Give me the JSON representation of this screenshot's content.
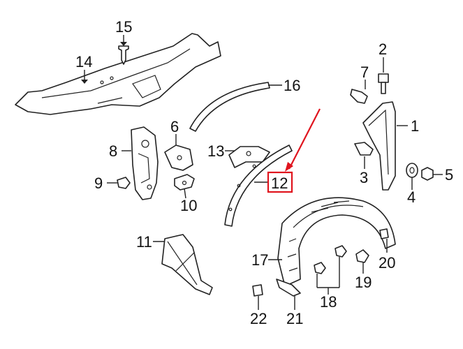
{
  "diagram": {
    "callouts": [
      {
        "id": "1",
        "label": "1"
      },
      {
        "id": "2",
        "label": "2"
      },
      {
        "id": "3",
        "label": "3"
      },
      {
        "id": "4",
        "label": "4"
      },
      {
        "id": "5",
        "label": "5"
      },
      {
        "id": "6",
        "label": "6"
      },
      {
        "id": "7",
        "label": "7"
      },
      {
        "id": "8",
        "label": "8"
      },
      {
        "id": "9",
        "label": "9"
      },
      {
        "id": "10",
        "label": "10"
      },
      {
        "id": "11",
        "label": "11"
      },
      {
        "id": "12",
        "label": "12"
      },
      {
        "id": "13",
        "label": "13"
      },
      {
        "id": "14",
        "label": "14"
      },
      {
        "id": "15",
        "label": "15"
      },
      {
        "id": "16",
        "label": "16"
      },
      {
        "id": "17",
        "label": "17"
      },
      {
        "id": "18",
        "label": "18"
      },
      {
        "id": "19",
        "label": "19"
      },
      {
        "id": "20",
        "label": "20"
      },
      {
        "id": "21",
        "label": "21"
      },
      {
        "id": "22",
        "label": "22"
      }
    ],
    "highlight": {
      "target": "12",
      "color": "#e0141e"
    },
    "colors": {
      "line": "#222222",
      "background": "#ffffff"
    }
  }
}
